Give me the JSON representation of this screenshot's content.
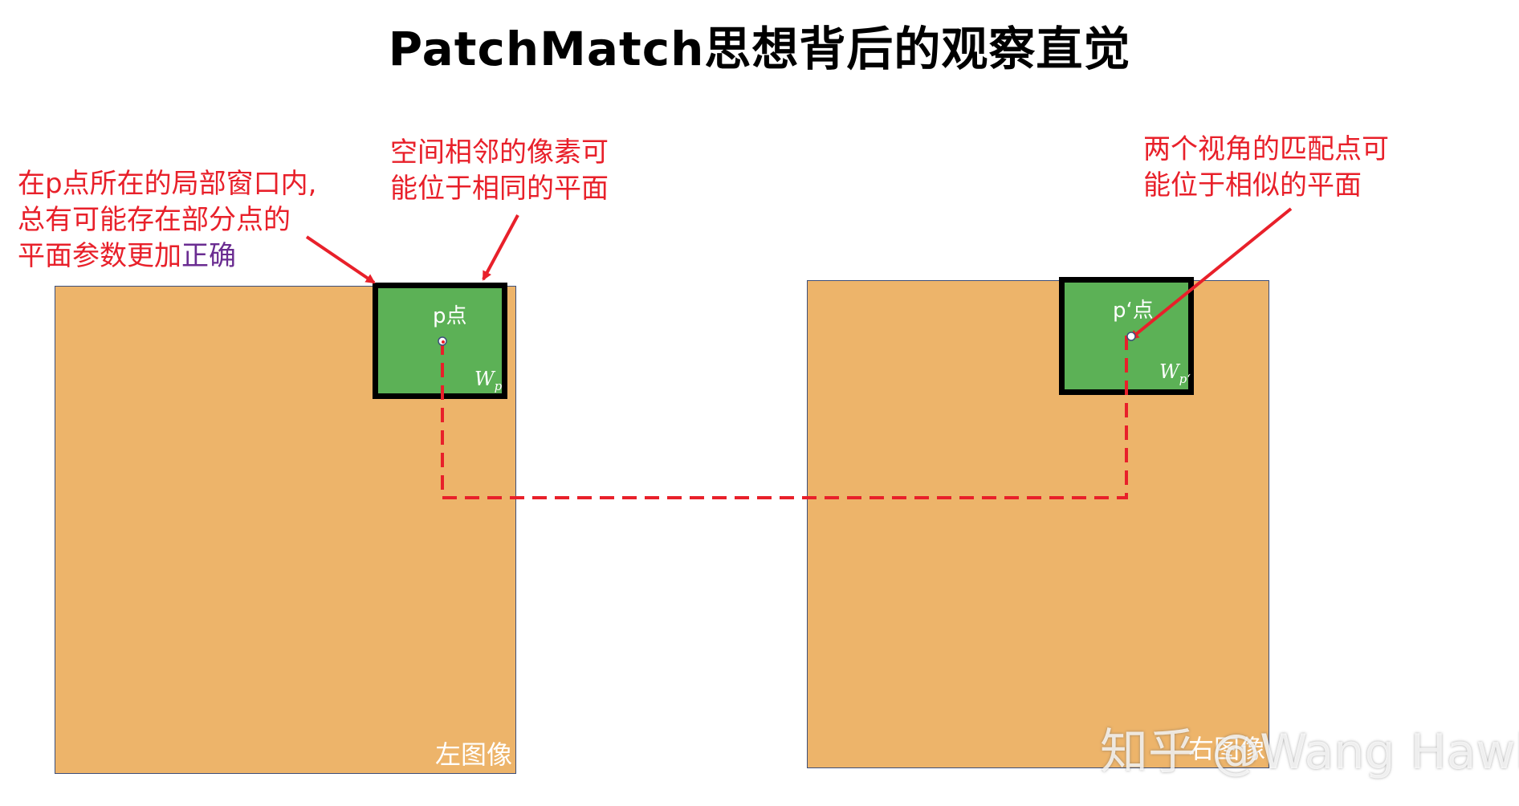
{
  "title": "PatchMatch思想背后的观察直觉",
  "left_image": {
    "label": "左图像",
    "window": {
      "point_label": "p点",
      "window_symbol": "W",
      "window_subscript": "p"
    }
  },
  "right_image": {
    "label": "右图像",
    "window": {
      "point_label": "p‘点",
      "window_symbol": "W",
      "window_subscript": "p‘"
    }
  },
  "annotations": {
    "left_window": {
      "lines": [
        "在p点所在的局部窗口内,",
        "总有可能存在部分点的"
      ],
      "line3_prefix": "平面参数更加",
      "line3_highlight": "正确"
    },
    "neighbor_plane": {
      "lines": [
        "空间相邻的像素可",
        "能位于相同的平面"
      ]
    },
    "match_plane": {
      "lines": [
        "两个视角的匹配点可",
        "能位于相似的平面"
      ]
    }
  },
  "watermark": "知乎 @Wang Hawk",
  "colors": {
    "image_fill": "#EDB46A",
    "window_fill": "#5CB156",
    "annotation_red": "#E8202A",
    "highlight_purple": "#6A2C91",
    "dashed_link": "#E8202A"
  }
}
